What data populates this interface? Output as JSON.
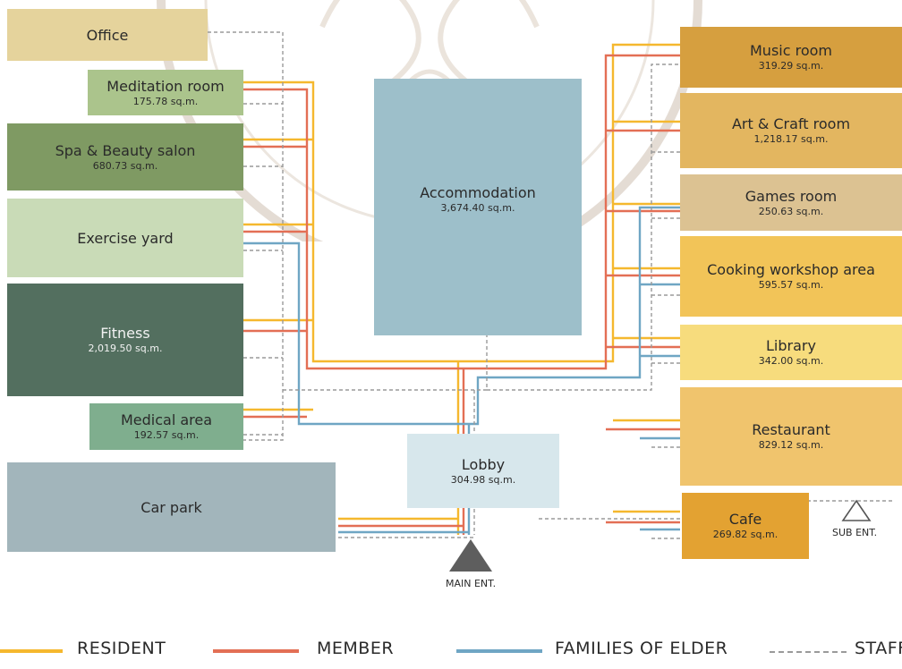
{
  "colors": {
    "resident": "#f5b82e",
    "member": "#e36f55",
    "families": "#6fa6c4",
    "staff": "#9a9a9a"
  },
  "rooms": {
    "office": {
      "name": "Office",
      "area": ""
    },
    "meditation": {
      "name": "Meditation room",
      "area": "175.78 sq.m."
    },
    "spa": {
      "name": "Spa & Beauty salon",
      "area": "680.73 sq.m."
    },
    "exercise": {
      "name": "Exercise yard",
      "area": ""
    },
    "fitness": {
      "name": "Fitness",
      "area": "2,019.50 sq.m."
    },
    "medical": {
      "name": "Medical area",
      "area": "192.57 sq.m."
    },
    "carpark": {
      "name": "Car park",
      "area": ""
    },
    "accommodation": {
      "name": "Accommodation",
      "area": "3,674.40 sq.m."
    },
    "lobby": {
      "name": "Lobby",
      "area": "304.98 sq.m."
    },
    "music": {
      "name": "Music room",
      "area": "319.29 sq.m."
    },
    "art": {
      "name": "Art & Craft room",
      "area": "1,218.17 sq.m."
    },
    "games": {
      "name": "Games room",
      "area": "250.63 sq.m."
    },
    "cooking": {
      "name": "Cooking workshop area",
      "area": "595.57 sq.m."
    },
    "library": {
      "name": "Library",
      "area": "342.00 sq.m."
    },
    "restaurant": {
      "name": "Restaurant",
      "area": "829.12 sq.m."
    },
    "cafe": {
      "name": "Cafe",
      "area": "269.82 sq.m."
    }
  },
  "entrances": {
    "main": "MAIN ENT.",
    "sub": "SUB ENT."
  },
  "legend": {
    "resident": "RESIDENT",
    "member": "MEMBER",
    "families": "FAMILIES OF ELDER",
    "staff": "STAFF"
  }
}
